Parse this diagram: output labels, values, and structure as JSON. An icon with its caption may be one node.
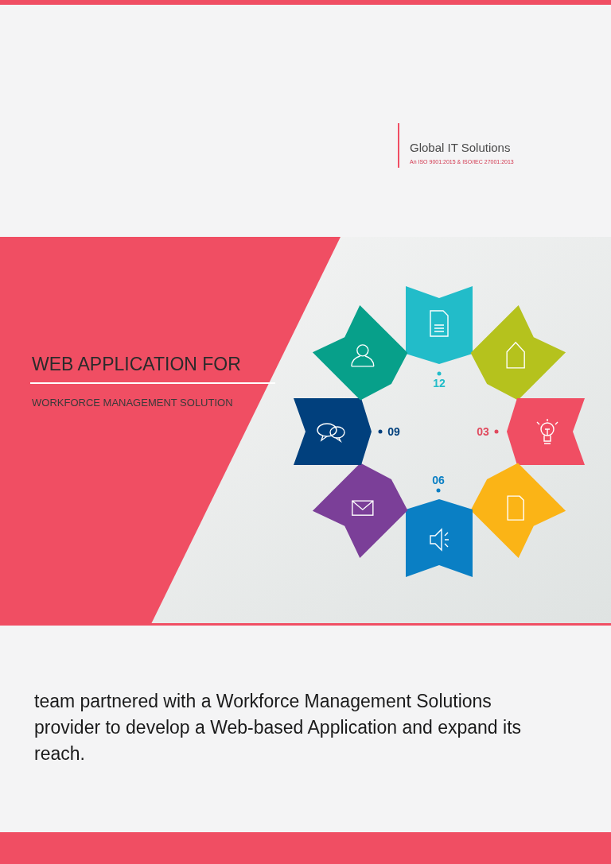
{
  "diagram": {
    "title": "WEB APPLICATION FOR",
    "labels": [
      "Global IT Solutions",
      "An ISO 9001:2015 & ISO/IEC 27001:2013",
      "WORKFORCE MANAGEMENT SOLUTION",
      "12",
      "03",
      "06",
      "09",
      "team partnered with a Workforce Management Solutions provider to develop a Web-based Application and expand its reach."
    ]
  }
}
